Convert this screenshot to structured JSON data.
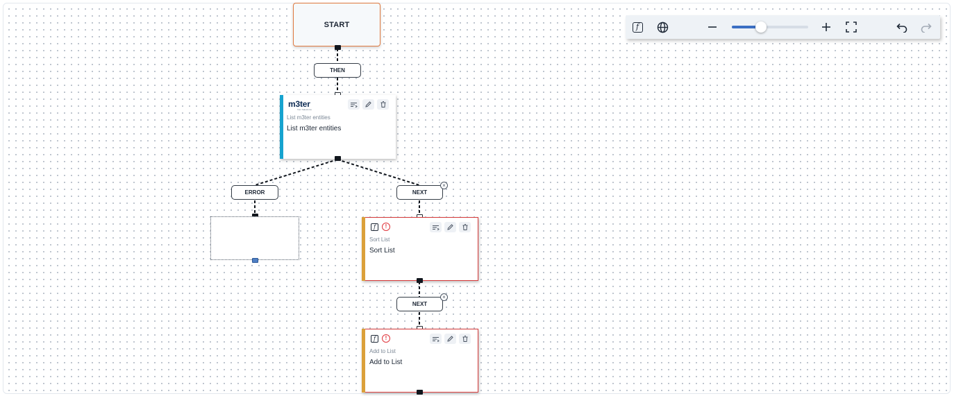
{
  "flow": {
    "start_label": "START",
    "then_label": "THEN",
    "error_label": "ERROR",
    "next_label": "NEXT",
    "next2_label": "NEXT"
  },
  "steps": [
    {
      "logo": "m3ter",
      "tagline": "from Salesforce",
      "subtitle": "List m3ter entities",
      "title": "List m3ter entities",
      "accent": "#16a3cf"
    },
    {
      "icon": "function-icon",
      "status": "error-icon",
      "subtitle": "Sort List",
      "title": "Sort List",
      "accent": "#dba03a"
    },
    {
      "icon": "function-icon",
      "status": "error-icon",
      "subtitle": "Add to List",
      "title": "Add to List",
      "accent": "#dba03a"
    }
  ],
  "toolbar": {
    "icons": [
      "function-icon",
      "globe-icon",
      "zoom-out-icon",
      "zoom-in-icon",
      "fullscreen-icon",
      "undo-icon",
      "redo-icon"
    ],
    "zoom_level": 0.38
  },
  "colors": {
    "error_border": "#d63a3a",
    "start_border": "#e07a3f",
    "slider_accent": "#3b6fc3"
  }
}
